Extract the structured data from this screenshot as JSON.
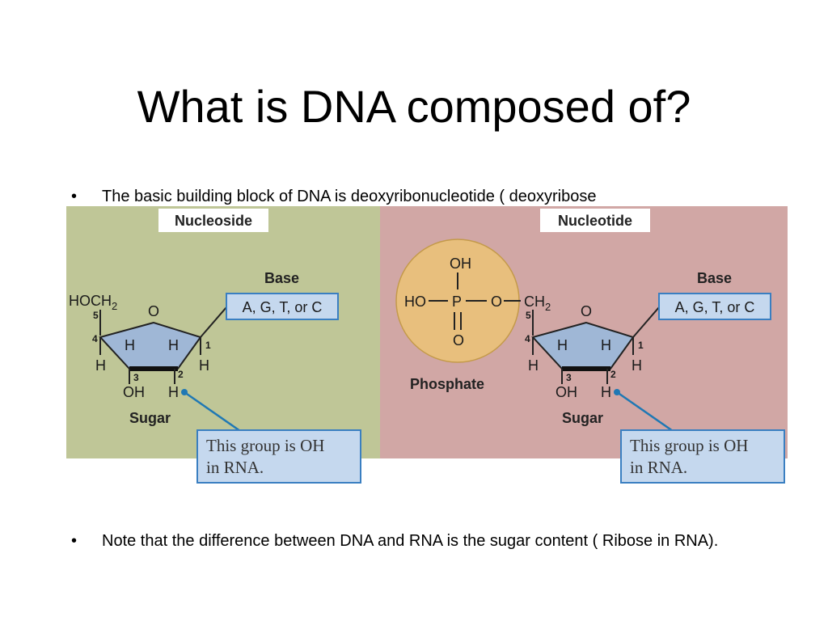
{
  "title": "What is DNA composed of?",
  "bullets": [
    "The basic building block of DNA is deoxyribonucleotide ( deoxyribose",
    "Note that the  difference between DNA and RNA is the sugar content ( Ribose in RNA)."
  ],
  "bullet_marker": "•",
  "figure": {
    "colors": {
      "left_panel": "#bfc697",
      "right_panel": "#d1a7a5",
      "ring_fill": "#9fb7d6",
      "box_fill": "#c5d8ee",
      "box_stroke": "#3a7fc1",
      "phosphate_fill": "#e8bf7d",
      "leader_line": "#1f78b4"
    },
    "left": {
      "header": "Nucleoside",
      "base_label": "Base",
      "base_box": "A, G, T, or C",
      "hoch2": "HOCH",
      "sub2": "2",
      "ring_o": "O",
      "h_inner_left": "H",
      "h_inner_right": "H",
      "h_outer_left": "H",
      "h_outer_right": "H",
      "num1": "1",
      "num2": "2",
      "num3": "3",
      "num4": "4",
      "num5": "5",
      "oh": "OH",
      "h_c2": "H",
      "sugar_label": "Sugar",
      "note_line1": "This group is OH",
      "note_line2": "in RNA."
    },
    "right": {
      "header": "Nucleotide",
      "base_label": "Base",
      "base_box": "A, G, T, or C",
      "p_top_oh": "OH",
      "p_ho": "HO",
      "p_p": "P",
      "p_o_link": "O",
      "p_o_bottom": "O",
      "ch2": "CH",
      "sub2": "2",
      "phosphate_label": "Phosphate",
      "ring_o": "O",
      "h_inner_left": "H",
      "h_inner_right": "H",
      "h_outer_left": "H",
      "h_outer_right": "H",
      "num1": "1",
      "num2": "2",
      "num3": "3",
      "num4": "4",
      "num5": "5",
      "oh": "OH",
      "h_c2": "H",
      "sugar_label": "Sugar",
      "note_line1": "This group is OH",
      "note_line2": "in RNA."
    }
  }
}
